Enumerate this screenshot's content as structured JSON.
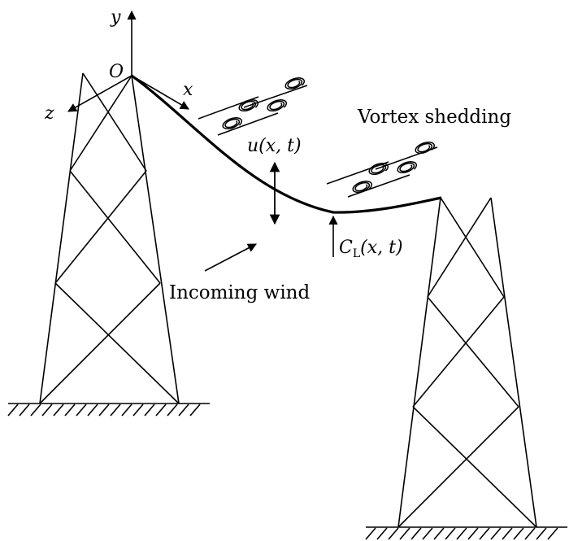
{
  "labels": {
    "axis_y": "y",
    "axis_x": "x",
    "axis_z": "z",
    "origin": "O",
    "displacement": "u(x, t)",
    "lift_coeff": "C",
    "lift_sub": "L",
    "lift_args": "(x, t)",
    "vortex": "Vortex shedding",
    "wind": "Incoming wind"
  }
}
